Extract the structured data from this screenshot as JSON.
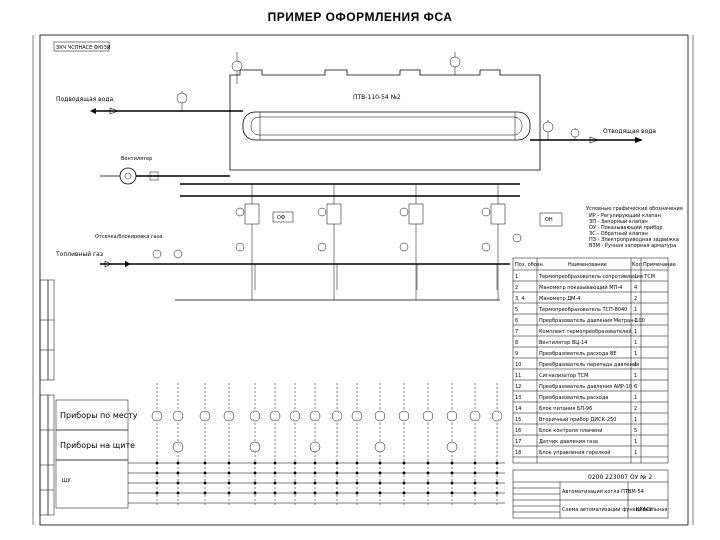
{
  "title": "ПРИМЕР ОФОРМЛЕНИЯ ФСА",
  "stamp_top": "ЗКЧ ЧСПНАСЕ ФЮЗИ",
  "equipment": {
    "boiler": "ПТВ-110-54  №2",
    "fan": "Вентилятор",
    "ofr": "ОФ",
    "oh": "ОН"
  },
  "flows": {
    "inlet_water": "Подводящая вода",
    "outlet_water": "Отводящая вода",
    "blow_air": "Отсечка/блокировка газа",
    "fuel_gas": "Топливный газ"
  },
  "legend": {
    "title": "Условные графические обозначения",
    "items": [
      "ИР - Регулирующий клапан",
      "ЗП - Запорный клапан",
      "ОУ - Показывающий прибор",
      "ЗС - Обратный клапан",
      "ПЗ - Электроприводная задвижка",
      "ВЗМ - Ручная запорная арматура"
    ]
  },
  "rows": {
    "local": "Приборы по месту",
    "panel": "Приборы на щите",
    "scheme": "ЩУ"
  },
  "spec": {
    "headers": [
      "Поз. обозн.",
      "Наименование",
      "Кол",
      "Примечание"
    ],
    "rows": [
      [
        "1",
        "Термопреобразователь сопротивления ТСМ",
        "1",
        ""
      ],
      [
        "2",
        "Манометр показывающий МП-4",
        "4",
        ""
      ],
      [
        "3, 4",
        "Манометр ДМ-4",
        "2",
        ""
      ],
      [
        "5",
        "Термопреобразователь ТСП-8040",
        "1",
        ""
      ],
      [
        "6",
        "Преобразователь давления Метран-100",
        "1",
        ""
      ],
      [
        "7",
        "Комплект термопреобразователей",
        "1",
        ""
      ],
      [
        "8",
        "Вентилятор ВЦ-14",
        "1",
        ""
      ],
      [
        "9",
        "Преобразователь расхода ВЕ",
        "1",
        ""
      ],
      [
        "10",
        "Преобразователь перепада давления",
        "1",
        ""
      ],
      [
        "11",
        "Сигнализатор ТСМ",
        "1",
        ""
      ],
      [
        "12",
        "Преобразователь давления АИР-10",
        "6",
        ""
      ],
      [
        "13",
        "Преобразователь расхода",
        "1",
        ""
      ],
      [
        "14",
        "Блок питания БП-96",
        "2",
        ""
      ],
      [
        "15",
        "Вторичный прибор ДИСК-250",
        "1",
        ""
      ],
      [
        "16",
        "Блок контроля пламени",
        "5",
        ""
      ],
      [
        "17",
        "Датчик давления газа",
        "1",
        ""
      ],
      [
        "18",
        "Блок управления горелкой",
        "1",
        ""
      ]
    ]
  },
  "stamp": {
    "code": "0200 223007 ОУ № 2",
    "name": "Автоматизация котла ПТВМ-54",
    "sheet_name": "Схема автоматизации функциональная",
    "org": "КГАСУ"
  }
}
